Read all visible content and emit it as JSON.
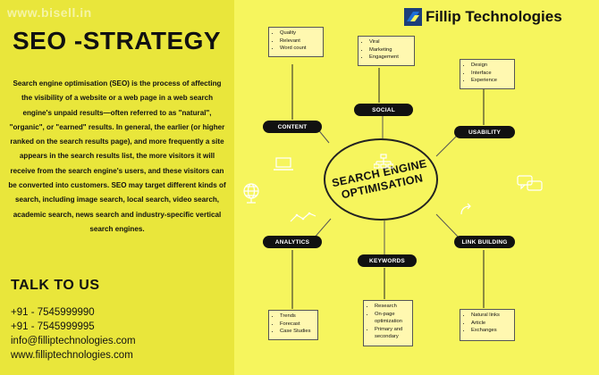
{
  "watermark": "www.bisell.in",
  "page_title": "SEO -STRATEGY",
  "description": "Search engine optimisation (SEO) is the process of affecting the visibility of a website or a web page in a web search engine's unpaid results—often referred to as \"natural\", \"organic\", or \"earned\" results. In general, the earlier (or higher ranked on the search results page), and more frequently a site appears in the search results list, the more visitors it will receive from the search engine's users, and these visitors can be converted into customers. SEO may target different kinds of search, including image search, local search, video search, academic search, news search and industry-specific vertical search engines.",
  "talk": {
    "heading": "TALK TO US",
    "phone1": "+91 - 7545999990",
    "phone2": "+91 - 7545999995",
    "email": "info@filliptechnologies.com",
    "website": "www.filliptechnologies.com"
  },
  "brand": {
    "name": "Fillip Technologies",
    "accent": "#1d6fd6"
  },
  "diagram": {
    "center_line1": "SEARCH ENGINE",
    "center_line2": "OPTIMISATION",
    "nodes": {
      "content": {
        "label": "CONTENT",
        "items": [
          "Quality",
          "Relevant",
          "Word count"
        ]
      },
      "social": {
        "label": "SOCIAL",
        "items": [
          "Viral",
          "Marketing",
          "Engagement"
        ]
      },
      "usability": {
        "label": "USABILITY",
        "items": [
          "Design",
          "Interface",
          "Experience"
        ]
      },
      "analytics": {
        "label": "ANALYTICS",
        "items": [
          "Trends",
          "Forecast",
          "Case Studies"
        ]
      },
      "keywords": {
        "label": "KEYWORDS",
        "items": [
          "Research",
          "On-page optimization",
          "Primary and secondary"
        ]
      },
      "linkbuilding": {
        "label": "LINK BUILDING",
        "items": [
          "Natural links",
          "Article",
          "Exchanges"
        ]
      }
    },
    "icons": [
      "laptop-icon",
      "sitemap-icon",
      "globe-icon",
      "share-icon",
      "chat-icon",
      "trend-icon"
    ]
  },
  "colors": {
    "left_bg": "#e9e63b",
    "right_bg": "#f6f55d",
    "pill": "#111111"
  }
}
